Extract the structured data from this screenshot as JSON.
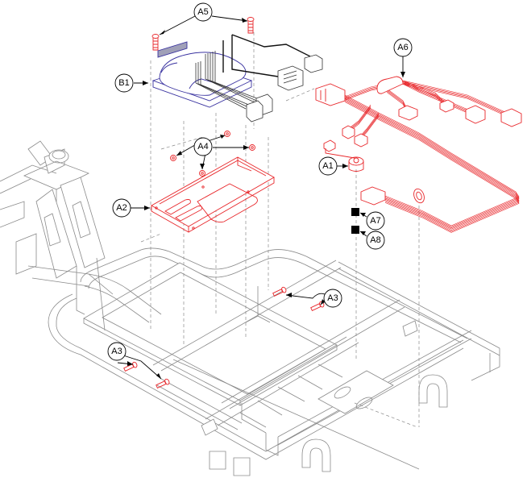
{
  "diagram": {
    "title": "Controller and harness exploded view",
    "callouts": [
      {
        "id": "A1",
        "label": "A1",
        "part": "buzzer"
      },
      {
        "id": "A2",
        "label": "A2",
        "part": "controller-mounting-bracket"
      },
      {
        "id": "A3-right",
        "label": "A3",
        "part": "bracket-screws-right"
      },
      {
        "id": "A3-left",
        "label": "A3",
        "part": "bracket-screws-left"
      },
      {
        "id": "A4",
        "label": "A4",
        "part": "nuts"
      },
      {
        "id": "A5",
        "label": "A5",
        "part": "controller-screws"
      },
      {
        "id": "A6",
        "label": "A6",
        "part": "wiring-harness"
      },
      {
        "id": "A7",
        "label": "A7",
        "part": "spacer-block"
      },
      {
        "id": "A8",
        "label": "A8",
        "part": "spacer-block"
      },
      {
        "id": "B1",
        "label": "B1",
        "part": "controller"
      }
    ],
    "colors": {
      "replacement_parts": "#e8262a",
      "controller": "#3a33a0",
      "cables": "#111111",
      "frame": "#8a8a8a"
    }
  }
}
